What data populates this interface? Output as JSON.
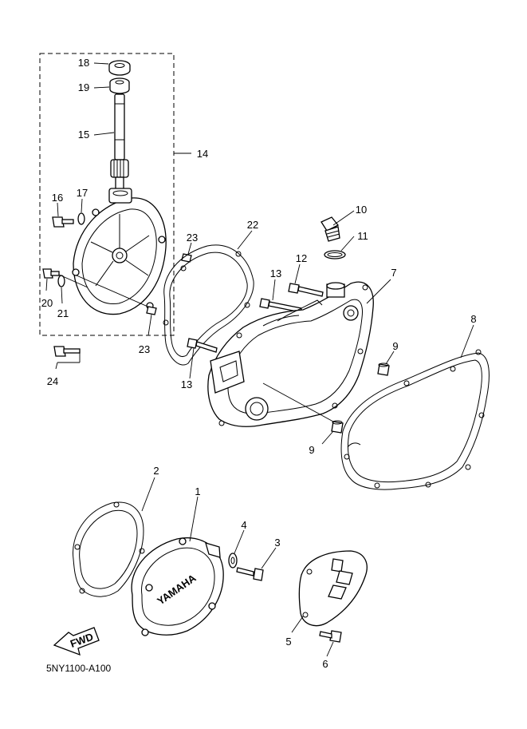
{
  "diagram": {
    "code": "5NY1100-A100",
    "brand_text": "YAMAHA",
    "fwd_text": "FWD",
    "callouts": [
      {
        "id": "c1",
        "text": "1"
      },
      {
        "id": "c2",
        "text": "2"
      },
      {
        "id": "c3",
        "text": "3"
      },
      {
        "id": "c4",
        "text": "4"
      },
      {
        "id": "c5",
        "text": "5"
      },
      {
        "id": "c6",
        "text": "6"
      },
      {
        "id": "c7",
        "text": "7"
      },
      {
        "id": "c8",
        "text": "8"
      },
      {
        "id": "c9a",
        "text": "9"
      },
      {
        "id": "c9b",
        "text": "9"
      },
      {
        "id": "c10",
        "text": "10"
      },
      {
        "id": "c11",
        "text": "11"
      },
      {
        "id": "c12",
        "text": "12"
      },
      {
        "id": "c13a",
        "text": "13"
      },
      {
        "id": "c13b",
        "text": "13"
      },
      {
        "id": "c14",
        "text": "14"
      },
      {
        "id": "c15",
        "text": "15"
      },
      {
        "id": "c16",
        "text": "16"
      },
      {
        "id": "c17",
        "text": "17"
      },
      {
        "id": "c18",
        "text": "18"
      },
      {
        "id": "c19",
        "text": "19"
      },
      {
        "id": "c20",
        "text": "20"
      },
      {
        "id": "c21",
        "text": "21"
      },
      {
        "id": "c22",
        "text": "22"
      },
      {
        "id": "c23a",
        "text": "23"
      },
      {
        "id": "c23b",
        "text": "23"
      },
      {
        "id": "c24",
        "text": "24"
      }
    ]
  }
}
